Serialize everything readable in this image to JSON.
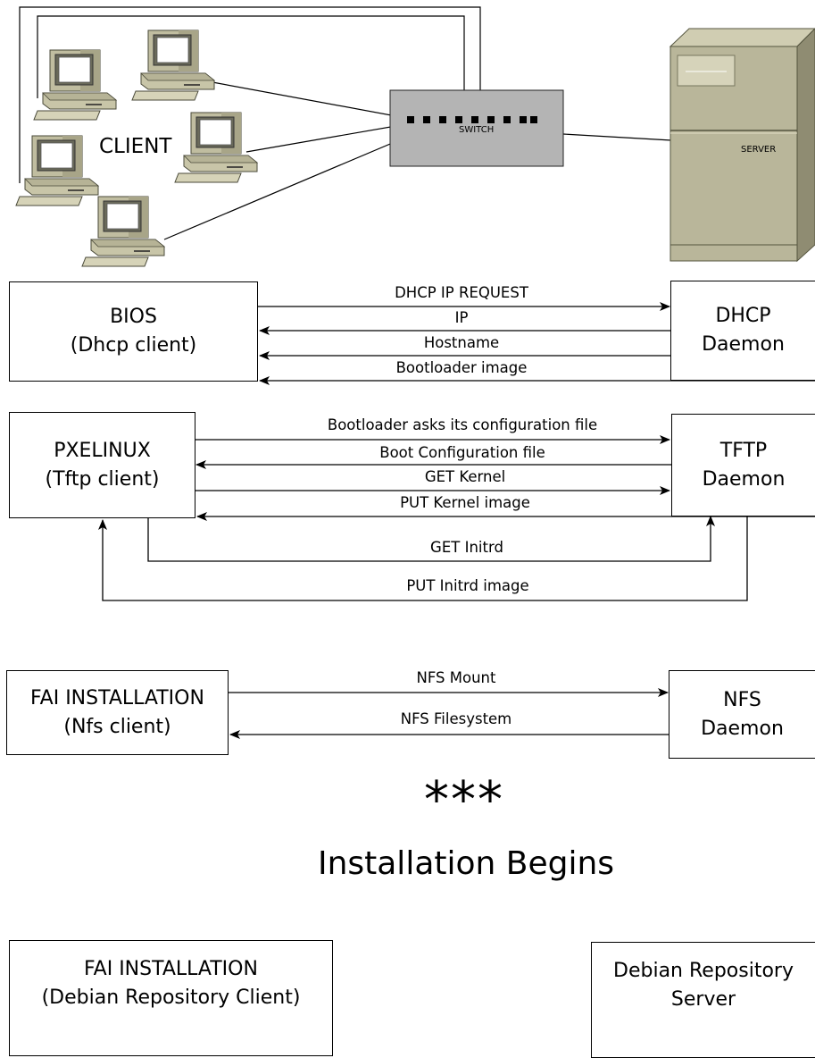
{
  "network": {
    "client_label": "CLIENT",
    "switch_label": "SWITCH",
    "server_label": "SERVER",
    "icons": [
      "computer-icon",
      "network-switch-icon",
      "server-icon"
    ]
  },
  "dhcp": {
    "client": [
      "BIOS",
      "(Dhcp client)"
    ],
    "daemon": [
      "DHCP",
      "Daemon"
    ],
    "messages": [
      "DHCP IP REQUEST",
      "IP",
      "Hostname",
      "Bootloader image"
    ]
  },
  "tftp": {
    "client": [
      "PXELINUX",
      "(Tftp client)"
    ],
    "daemon": [
      "TFTP",
      "Daemon"
    ],
    "messages": [
      "Bootloader asks its configuration file",
      "Boot Configuration file",
      "GET Kernel",
      "PUT Kernel image",
      "GET Initrd",
      "PUT Initrd image"
    ]
  },
  "nfs": {
    "client": [
      "FAI INSTALLATION",
      "(Nfs client)"
    ],
    "daemon": [
      "NFS",
      "Daemon"
    ],
    "messages": [
      "NFS Mount",
      "NFS Filesystem"
    ]
  },
  "separator": {
    "stars": "***",
    "title": "Installation Begins"
  },
  "repo": {
    "client": [
      "FAI INSTALLATION",
      "(Debian Repository Client)"
    ],
    "server": [
      "Debian Repository",
      "Server"
    ]
  }
}
